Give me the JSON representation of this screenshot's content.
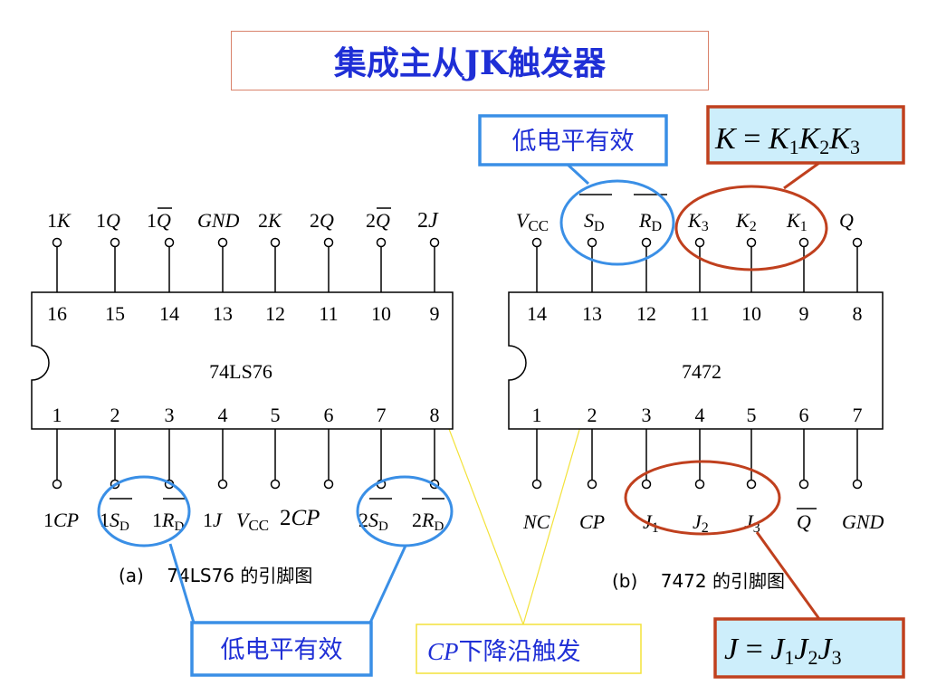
{
  "title": "集成主从JK触发器",
  "colors": {
    "title": "#1f2fd6",
    "blue_note": "#3a8fe6",
    "red_note": "#c0401e",
    "formula_bg": "#cdeefb",
    "yellow_line": "#f3e23a"
  },
  "chip_a": {
    "name": "74LS76",
    "caption": "(a)    74LS76 的引脚图",
    "top_numbers": [
      "16",
      "15",
      "14",
      "13",
      "12",
      "11",
      "10",
      "9"
    ],
    "bottom_numbers": [
      "1",
      "2",
      "3",
      "4",
      "5",
      "6",
      "7",
      "8"
    ]
  },
  "chip_b": {
    "name": "7472",
    "caption": "(b)    7472 的引脚图",
    "top_numbers": [
      "14",
      "13",
      "12",
      "11",
      "10",
      "9",
      "8"
    ],
    "bottom_numbers": [
      "1",
      "2",
      "3",
      "4",
      "5",
      "6",
      "7"
    ]
  },
  "notes": {
    "low_level_active_top": "低电平有效",
    "low_level_active_bottom": "低电平有效",
    "cp_falling_edge": "下降沿触发",
    "cp_label": "CP"
  },
  "formulas": {
    "k": "K = K1K2K3",
    "j": "J = J1J2J3"
  }
}
